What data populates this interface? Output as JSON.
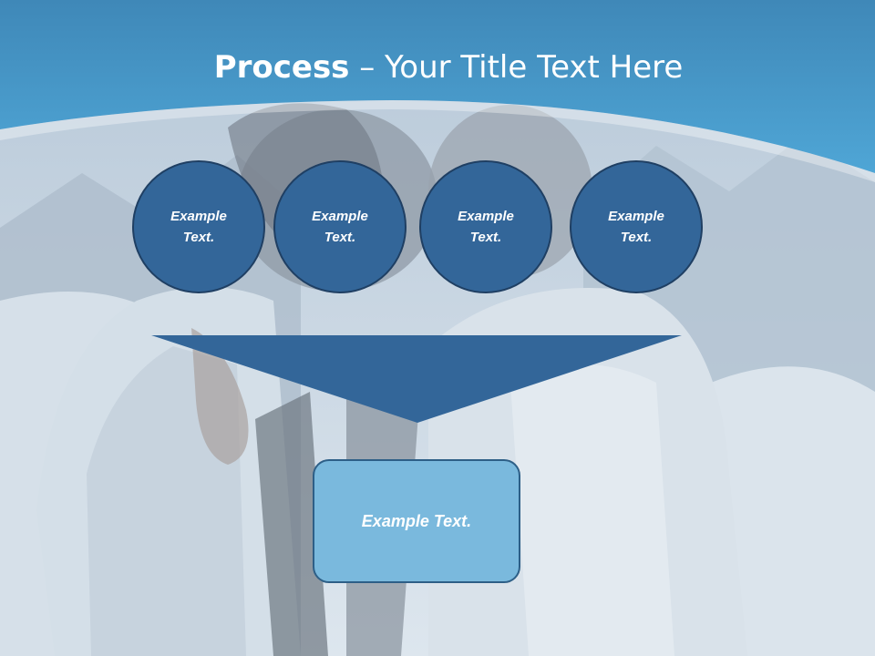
{
  "title": {
    "bold": "Process",
    "rest": " – Your Title Text Here"
  },
  "steps": [
    {
      "label": "Example\nText."
    },
    {
      "label": "Example\nText."
    },
    {
      "label": "Example\nText."
    },
    {
      "label": "Example\nText."
    }
  ],
  "result": {
    "label": "Example Text."
  },
  "colors": {
    "header_blue": "#4a9fcf",
    "circle_fill": "#336699",
    "funnel_fill": "#336699",
    "result_fill": "#7ab9dd"
  }
}
